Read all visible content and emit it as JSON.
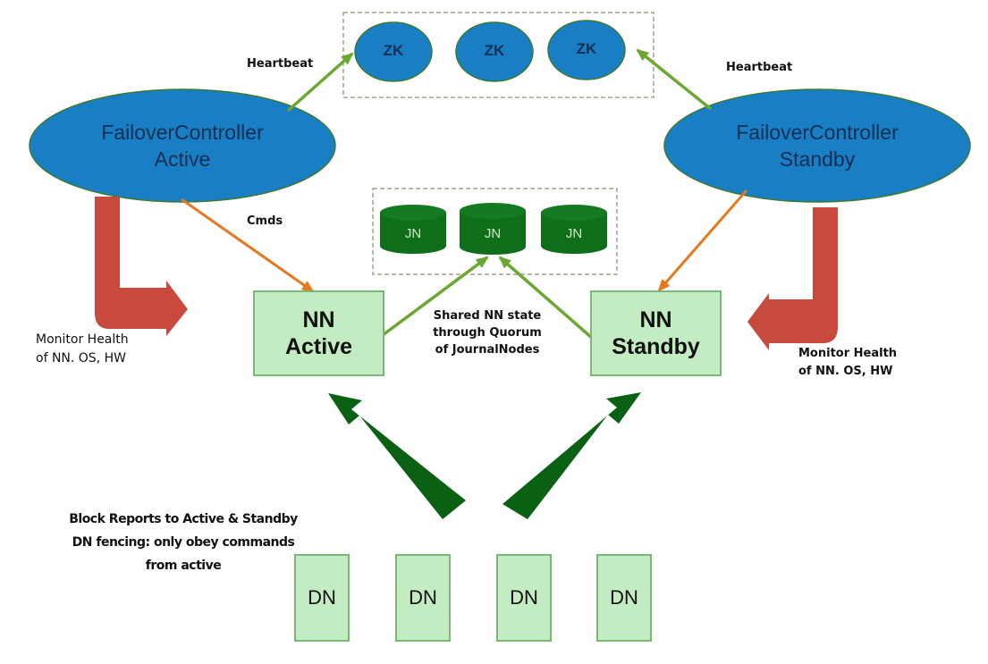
{
  "zookeeper": {
    "nodes": [
      "ZK",
      "ZK",
      "ZK"
    ]
  },
  "journal": {
    "nodes": [
      "JN",
      "JN",
      "JN"
    ]
  },
  "controllers": {
    "active": {
      "line1": "FailoverController",
      "line2": "Active"
    },
    "standby": {
      "line1": "FailoverController",
      "line2": "Standby"
    }
  },
  "namenodes": {
    "active": {
      "line1": "NN",
      "line2": "Active"
    },
    "standby": {
      "line1": "NN",
      "line2": "Standby"
    }
  },
  "datanodes": [
    "DN",
    "DN",
    "DN",
    "DN"
  ],
  "labels": {
    "heartbeat_left": "Heartbeat",
    "heartbeat_right": "Heartbeat",
    "cmds": "Cmds",
    "shared_state": [
      "Shared NN state",
      "through Quorum",
      "of JournalNodes"
    ],
    "monitor_left": [
      "Monitor Health",
      "of NN. OS, HW"
    ],
    "monitor_right": [
      "Monitor Health",
      "of NN. OS, HW"
    ],
    "block_reports": [
      "Block Reports to Active & Standby",
      "DN fencing: only obey commands",
      "from active"
    ]
  },
  "colors": {
    "ellipse": "#1a7ec4",
    "jn": "#0f6e1a",
    "box_fill": "#c4ecc2",
    "box_border": "#79b877",
    "heartbeat_arrow": "#6aa832",
    "cmd_arrow": "#e6781e",
    "monitor_arrow": "#c84a3c",
    "block_arrow": "#0b6113"
  }
}
